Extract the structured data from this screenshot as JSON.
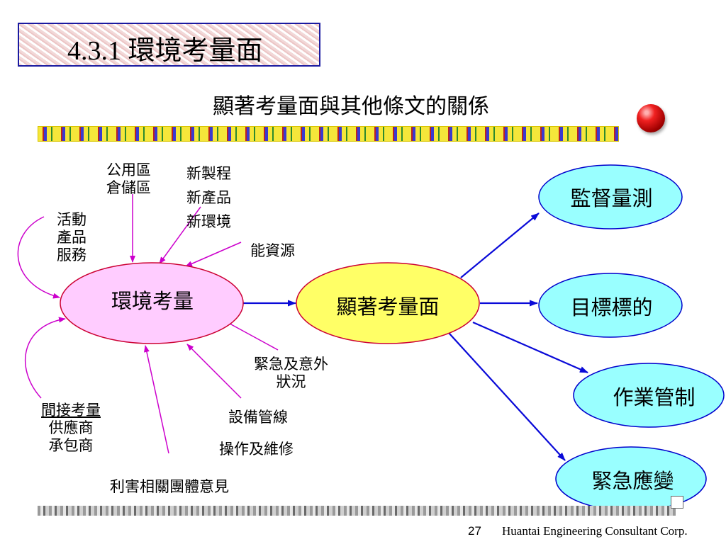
{
  "slide": {
    "title": "4.3.1 環境考量面",
    "subtitle": "顯著考量面與其他條文的關係"
  },
  "nodes": {
    "env_aspect": "環境考量",
    "significant": "顯著考量面",
    "monitoring": "監督量測",
    "objectives": "目標標的",
    "operational": "作業管制",
    "emergency": "緊急應變"
  },
  "labels": {
    "public_storage": [
      "公用區",
      "倉儲區"
    ],
    "new_items": [
      "新製程",
      "新產品",
      "新環境"
    ],
    "energy": "能資源",
    "activities": [
      "活動",
      "產品",
      "服務"
    ],
    "emergency_situation": [
      "緊急及意外",
      "狀況"
    ],
    "equipment": "設備管線",
    "operation_maintenance": "操作及維修",
    "indirect": "間接考量",
    "suppliers": "供應商",
    "contractors": "承包商",
    "stakeholders": "利害相關團體意見"
  },
  "footer": {
    "page_number": "27",
    "company": "Huantai Engineering Consultant Corp."
  },
  "colors": {
    "magenta_arrow": "#cc00cc",
    "blue_arrow": "#0a0ad8",
    "pink_node": "#ffccff",
    "yellow_node": "#ffff66",
    "cyan_node": "#99ffff"
  }
}
